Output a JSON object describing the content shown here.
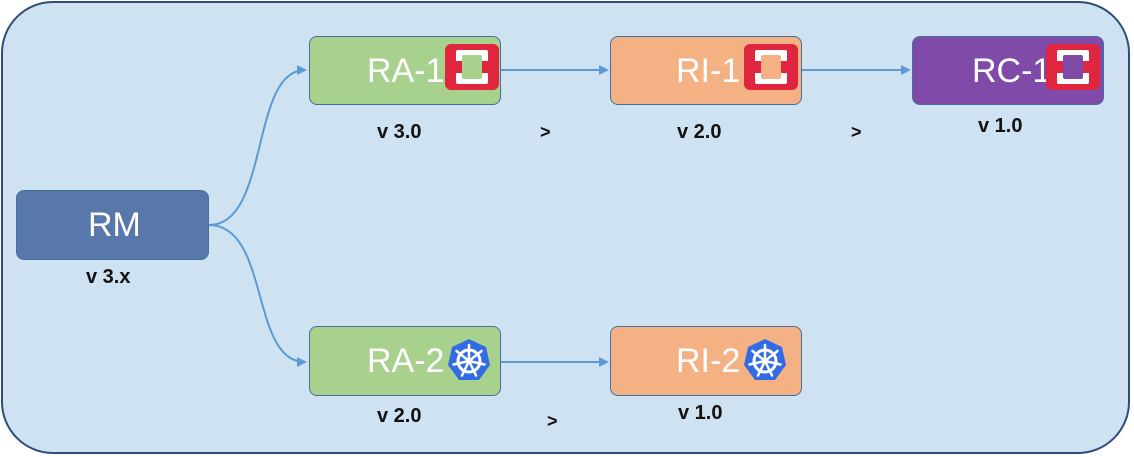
{
  "colors": {
    "background_panel": "#cfe2f2",
    "panel_border": "#2e4d7b",
    "rm": "#5877aa",
    "ra": "#a9d18e",
    "ri": "#f4b183",
    "rc": "#7f4aa8",
    "connector": "#5b9bd5",
    "openstack_icon": "#e0263f",
    "kubernetes_icon": "#326ce5"
  },
  "nodes": {
    "rm": {
      "label": "RM",
      "version": "v 3.x"
    },
    "ra1": {
      "label": "RA-1",
      "version": "v 3.0",
      "icon": "openstack-icon"
    },
    "ri1": {
      "label": "RI-1",
      "version": "v 2.0",
      "icon": "openstack-icon"
    },
    "rc1": {
      "label": "RC-1",
      "version": "v 1.0",
      "icon": "openstack-icon"
    },
    "ra2": {
      "label": "RA-2",
      "version": "v 2.0",
      "icon": "kubernetes-icon"
    },
    "ri2": {
      "label": "RI-2",
      "version": "v 1.0",
      "icon": "kubernetes-icon"
    }
  },
  "separators": {
    "ra1_ri1": ">",
    "ri1_rc1": ">",
    "ra2_ri2": ">"
  }
}
